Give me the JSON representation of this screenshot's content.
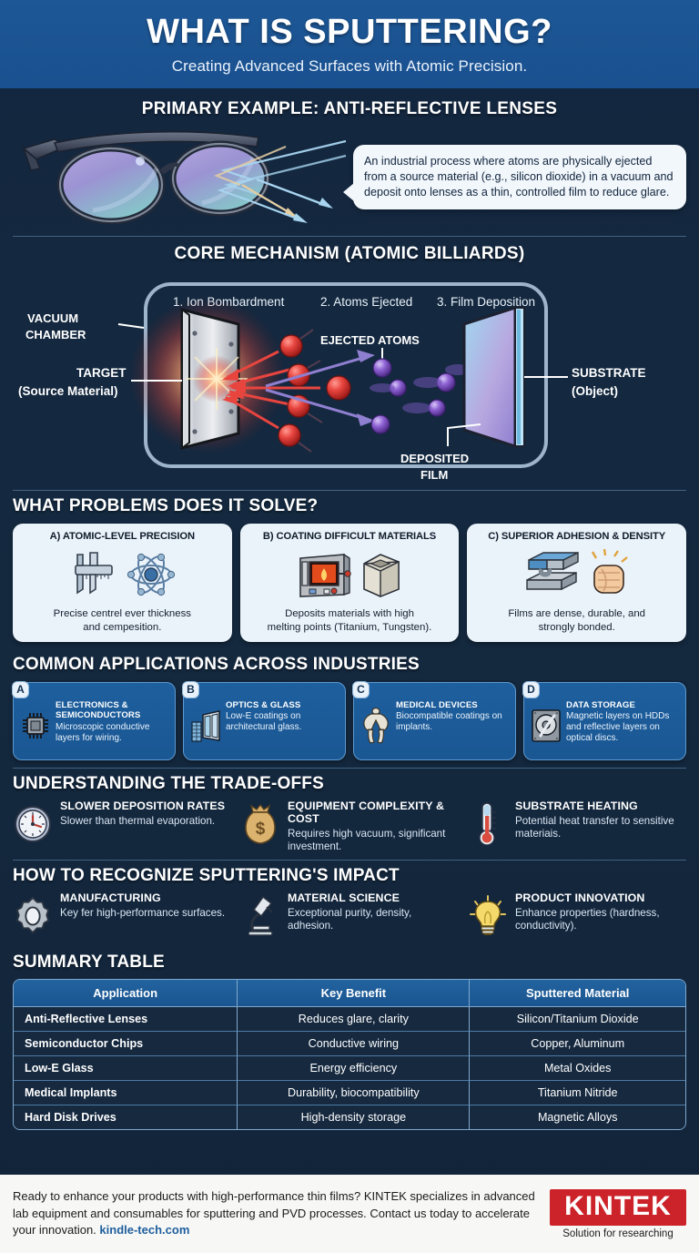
{
  "header": {
    "title": "WHAT IS SPUTTERING?",
    "subtitle": "Creating Advanced Surfaces with Atomic Precision."
  },
  "primary_example": {
    "title": "PRIMARY EXAMPLE: ANTI-REFLECTIVE LENSES",
    "callout": "An industrial process where atoms are physically ejected from a source material (e.g., silicon dioxide) in a vacuum and deposit onto lenses as a thin, controlled film to reduce glare."
  },
  "core_mechanism": {
    "title": "CORE MECHANISM (ATOMIC BILLIARDS)",
    "steps": [
      "1. Ion Bombardment",
      "2. Atoms Ejected",
      "3. Film Deposition"
    ],
    "labels": {
      "vacuum_chamber_line1": "VACUUM",
      "vacuum_chamber_line2": "CHAMBER",
      "target_line1": "TARGET",
      "target_line2": "(Source Material)",
      "ejected_atoms": "EJECTED ATOMS",
      "substrate_line1": "SUBSTRATE",
      "substrate_line2": "(Object)",
      "deposited_film_line1": "DEPOSITED",
      "deposited_film_line2": "FILM"
    }
  },
  "problems": {
    "title": "WHAT PROBLEMS DOES IT SOLVE?",
    "cards": [
      {
        "heading": "A) ATOMIC-LEVEL PRECISION",
        "body_line1": "Precise centrel ever thickness",
        "body_line2": "and cempesition.",
        "icons": [
          "caliper-icon",
          "atom-icon"
        ]
      },
      {
        "heading": "B) COATING DIFFICULT MATERIALS",
        "body_line1": "Deposits materials with high",
        "body_line2": "melting points (Titanium, Tungsten).",
        "icons": [
          "furnace-icon",
          "crucible-icon"
        ]
      },
      {
        "heading": "C) SUPERIOR ADHESION & DENSITY",
        "body_line1": "Films are dense, durable, and",
        "body_line2": "strongly bonded.",
        "icons": [
          "bonded-layers-icon",
          "fist-icon"
        ]
      }
    ]
  },
  "applications": {
    "title": "COMMON APPLICATIONS ACROSS INDUSTRIES",
    "cards": [
      {
        "badge": "A",
        "heading": "ELECTRONICS & SEMICONDUCTORS",
        "body": "Microscopic conductive layers for wiring.",
        "icon": "microchip-icon"
      },
      {
        "badge": "B",
        "heading": "OPTICS & GLASS",
        "body": "Low-E coatings on architectural glass.",
        "icon": "glass-building-icon"
      },
      {
        "badge": "C",
        "heading": "MEDICAL DEVICES",
        "body": "Biocompatible coatings on implants.",
        "icon": "hip-implant-icon"
      },
      {
        "badge": "D",
        "heading": "DATA STORAGE",
        "body": "Magnetic layers on HDDs and reflective layers on optical discs.",
        "icon": "hard-disk-icon"
      }
    ]
  },
  "tradeoffs": {
    "title": "UNDERSTANDING THE TRADE-OFFS",
    "items": [
      {
        "heading": "SLOWER DEPOSITION RATES",
        "body": "Slower than thermal evaporation.",
        "icon": "clock-icon"
      },
      {
        "heading": "EQUIPMENT COMPLEXITY & COST",
        "body": "Requires high vacuum, significant investment.",
        "icon": "money-bag-icon"
      },
      {
        "heading": "SUBSTRATE HEATING",
        "body": "Potential heat transfer to sensitive materiais.",
        "icon": "thermometer-icon"
      }
    ]
  },
  "impact": {
    "title": "HOW TO RECOGNIZE SPUTTERING'S IMPACT",
    "items": [
      {
        "heading": "MANUFACTURING",
        "body": "Key fer high-performance surfaces.",
        "icon": "gear-icon"
      },
      {
        "heading": "MATERIAL SCIENCE",
        "body": "Exceptional purity, density, adhesion.",
        "icon": "microscope-icon"
      },
      {
        "heading": "PRODUCT INNOVATION",
        "body": "Enhance properties (hardness, conductivity).",
        "icon": "lightbulb-icon"
      }
    ]
  },
  "summary_table": {
    "title": "SUMMARY TABLE",
    "columns": [
      "Application",
      "Key Benefit",
      "Sputtered Material"
    ],
    "rows": [
      [
        "Anti-Reflective Lenses",
        "Reduces glare, clarity",
        "Silicon/Titanium Dioxide"
      ],
      [
        "Semiconductor Chips",
        "Conductive wiring",
        "Copper, Aluminum"
      ],
      [
        "Low-E Glass",
        "Energy efficiency",
        "Metal Oxides"
      ],
      [
        "Medical Implants",
        "Durability, biocompatibility",
        "Titanium Nitride"
      ],
      [
        "Hard Disk Drives",
        "High-density storage",
        "Magnetic Alloys"
      ]
    ]
  },
  "footer": {
    "text_part1": "Ready to enhance your products with high-performance thin films? KINTEK specializes in advanced lab equipment and consumables for sputtering and PVD processes. Contact us today to accelerate your innovation. ",
    "link": "kindle-tech.com",
    "logo_name": "KINTEK",
    "logo_tagline": "Solution for researching"
  },
  "colors": {
    "header_blue": "#1d5795",
    "background_navy": "#13263f",
    "card_light": "#eaf2fa",
    "app_card_blue": "#1e5f9e",
    "table_header_blue": "#22639f",
    "logo_red": "#cc2229",
    "link_blue": "#1e5f9e"
  }
}
